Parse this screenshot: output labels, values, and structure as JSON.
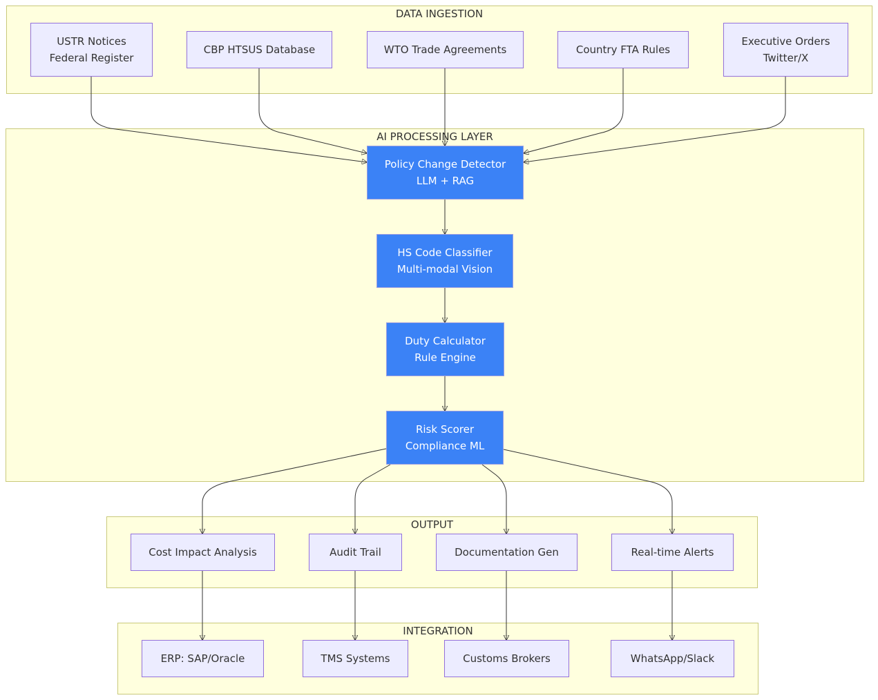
{
  "clusters": {
    "ingestion": "DATA INGESTION",
    "processing": "AI PROCESSING LAYER",
    "output": "OUTPUT",
    "integration": "INTEGRATION"
  },
  "nodes": {
    "ustr": "USTR Notices\nFederal Register",
    "cbp": "CBP HTSUS Database",
    "wto": "WTO Trade Agreements",
    "fta": "Country FTA Rules",
    "exec": "Executive Orders\nTwitter/X",
    "policy": "Policy Change Detector\nLLM + RAG",
    "hs": "HS Code Classifier\nMulti-modal Vision",
    "duty": "Duty Calculator\nRule Engine",
    "risk": "Risk Scorer\nCompliance ML",
    "cost": "Cost Impact Analysis",
    "audit": "Audit Trail",
    "docs": "Documentation Gen",
    "alerts": "Real-time Alerts",
    "erp": "ERP: SAP/Oracle",
    "tms": "TMS Systems",
    "brokers": "Customs Brokers",
    "chat": "WhatsApp/Slack"
  },
  "edges": [
    [
      "ustr",
      "policy"
    ],
    [
      "cbp",
      "policy"
    ],
    [
      "wto",
      "policy"
    ],
    [
      "fta",
      "policy"
    ],
    [
      "exec",
      "policy"
    ],
    [
      "policy",
      "hs"
    ],
    [
      "hs",
      "duty"
    ],
    [
      "duty",
      "risk"
    ],
    [
      "risk",
      "cost"
    ],
    [
      "risk",
      "audit"
    ],
    [
      "risk",
      "docs"
    ],
    [
      "risk",
      "alerts"
    ],
    [
      "cost",
      "erp"
    ],
    [
      "audit",
      "tms"
    ],
    [
      "docs",
      "brokers"
    ],
    [
      "alerts",
      "chat"
    ]
  ],
  "colors": {
    "cluster_fill": "#ffffde",
    "cluster_border": "#c9c97a",
    "node_fill": "#ececff",
    "node_border": "#9370db",
    "accent_fill": "#3b82f6",
    "edge": "#333333"
  }
}
